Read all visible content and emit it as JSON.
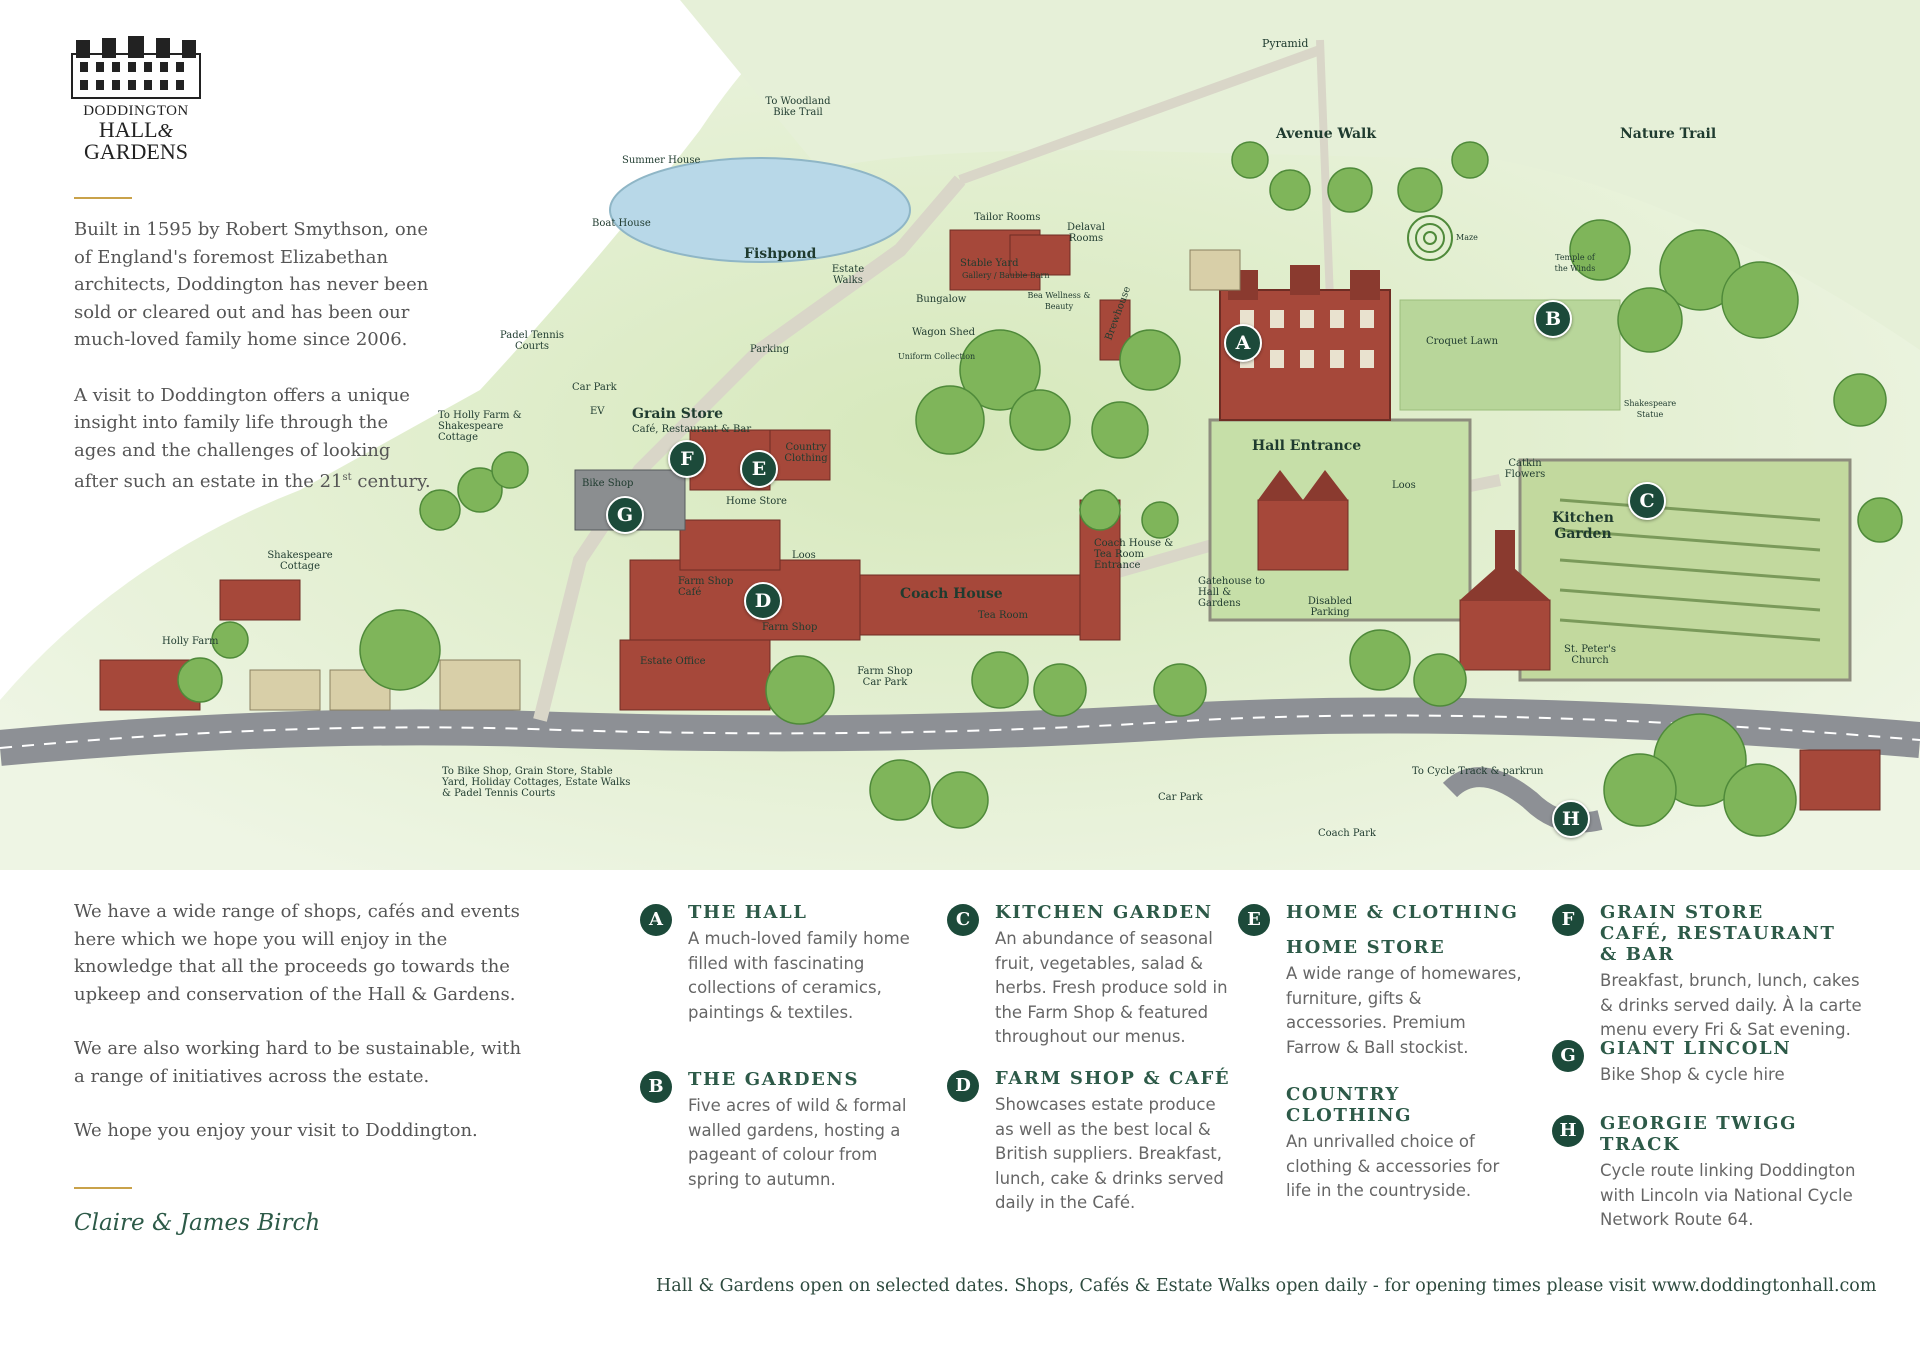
{
  "logo": {
    "line1": "DODDINGTON",
    "line2": "HALL",
    "ampersand": "&",
    "line3": "GARDENS"
  },
  "intro": {
    "p1": "Built in 1595 by Robert Smythson, one of England's foremost Elizabethan architects, Doddington has never been sold or cleared out and has been our much-loved family home since 2006.",
    "p2_main": "A visit to Doddington offers a unique insight into family life through the ages and the challenges of looking after such an estate in the 21",
    "p2_sup": "st",
    "p2_end": " century."
  },
  "map": {
    "labels": {
      "pyramid": "Pyramid",
      "avenue_walk": "Avenue Walk",
      "nature_trail": "Nature Trail",
      "woodland": "To Woodland Bike Trail",
      "summer_house": "Summer House",
      "boat_house": "Boat House",
      "fishpond": "Fishpond",
      "estate_walks": "Estate Walks",
      "tailor_rooms": "Tailor Rooms",
      "delaval": "Delaval Rooms",
      "stable_yard": "Stable Yard",
      "stable_sub": "Gallery / Bauble Barn",
      "bea": "Bea Wellness & Beauty",
      "bungalow": "Bungalow",
      "brewhouse": "Brewhouse",
      "maze": "Maze",
      "temple": "Temple of the Winds",
      "wagon_shed": "Wagon Shed",
      "uniform": "Uniform Collection",
      "parking": "Parking",
      "padel": "Padel Tennis Courts",
      "car_park_ev": "Car Park",
      "ev": "EV",
      "holly_farm_link": "To Holly Farm & Shakespeare Cottage",
      "grain_store": "Grain Store",
      "grain_sub": "Café, Restaurant & Bar",
      "country_clothing": "Country Clothing",
      "croquet": "Croquet Lawn",
      "shakespeare_statue": "Shakespeare Statue",
      "hall_entrance": "Hall Entrance",
      "bike_shop": "Bike Shop",
      "home_store": "Home Store",
      "loos1": "Loos",
      "loos2": "Loos",
      "catkin": "Catkin Flowers",
      "kitchen_garden": "Kitchen Garden",
      "shakespeare_cottage": "Shakespeare Cottage",
      "coach_tea_entrance": "Coach House & Tea Room Entrance",
      "farm_shop_cafe": "Farm Shop Café",
      "coach_house": "Coach House",
      "gatehouse": "Gatehouse to Hall & Gardens",
      "holly_farm": "Holly Farm",
      "tea_room": "Tea Room",
      "disabled": "Disabled Parking",
      "farm_shop": "Farm Shop",
      "st_peters": "St. Peter's Church",
      "estate_office": "Estate Office",
      "farm_shop_car_park": "Farm Shop Car Park",
      "to_bike_shop": "To Bike Shop, Grain Store, Stable Yard, Holiday Cottages, Estate Walks & Padel Tennis Courts",
      "to_cycle": "To Cycle Track & parkrun",
      "car_park": "Car Park",
      "coach_park": "Coach Park"
    },
    "markers": [
      "A",
      "B",
      "C",
      "D",
      "E",
      "F",
      "G",
      "H"
    ],
    "colors": {
      "grass": "#cfe3b0",
      "tree": "#7fb55a",
      "building": "#a6483a",
      "road": "#8d9095",
      "water": "#b8d8e8",
      "marker": "#1c4a3a"
    }
  },
  "bottom": {
    "p1": "We have a wide range of shops, cafés and events here which we hope you will enjoy in the knowledge that all the proceeds go towards the upkeep and conservation of the Hall & Gardens.",
    "p2": "We are also working hard to be sustainable, with a range of initiatives across the estate.",
    "p3": "We hope you enjoy your visit to Doddington.",
    "signature": "Claire & James Birch"
  },
  "legend": {
    "a": {
      "letter": "A",
      "title": "THE HALL",
      "desc": "A much-loved family home filled with fascinating collections of ceramics, paintings & textiles."
    },
    "b": {
      "letter": "B",
      "title": "THE GARDENS",
      "desc": "Five acres of wild & formal walled gardens, hosting a pageant of colour from spring to autumn."
    },
    "c": {
      "letter": "C",
      "title": "KITCHEN GARDEN",
      "desc": "An abundance of seasonal fruit, vegetables, salad & herbs. Fresh produce sold in the Farm Shop & featured throughout our menus."
    },
    "d": {
      "letter": "D",
      "title": "FARM SHOP & CAFÉ",
      "desc": "Showcases estate produce as well as the best local & British suppliers. Breakfast, lunch, cake & drinks served daily in the Café."
    },
    "e": {
      "letter": "E",
      "title": "HOME & CLOTHING",
      "sub1": "HOME STORE",
      "desc1": "A wide range of homewares, furniture, gifts & accessories. Premium Farrow & Ball stockist.",
      "sub2": "COUNTRY CLOTHING",
      "desc2": "An unrivalled choice of clothing & accessories for life in the countryside."
    },
    "f": {
      "letter": "F",
      "title": "GRAIN STORE CAFÉ, RESTAURANT & BAR",
      "desc": "Breakfast, brunch, lunch, cakes & drinks served daily. À la carte menu every Fri & Sat evening."
    },
    "g": {
      "letter": "G",
      "title": "GIANT LINCOLN",
      "desc": "Bike Shop & cycle hire"
    },
    "h": {
      "letter": "H",
      "title": "GEORGIE TWIGG TRACK",
      "desc": "Cycle route linking Doddington with Lincoln via National Cycle Network Route 64."
    }
  },
  "footer": "Hall & Gardens open on selected dates. Shops, Cafés & Estate Walks open daily - for opening times please visit  www.doddingtonhall.com"
}
